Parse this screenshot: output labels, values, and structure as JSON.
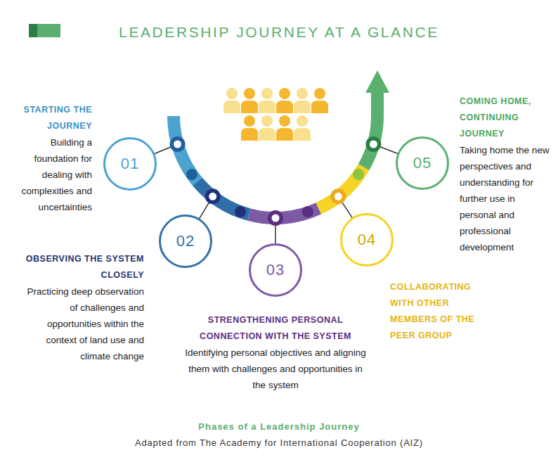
{
  "diagram": {
    "title": "LEADERSHIP JOURNEY AT A GLANCE",
    "caption": "Phases of a Leadership Journey",
    "nodes": [
      {
        "text": [
          "01",
          "STARTING THE JOURNEY",
          "Building a foundation for dealing with complexities and uncertainties"
        ]
      },
      {
        "text": [
          "02",
          "OBSERVING THE SYSTEM CLOSELY",
          "Practicing deep observation of challenges and opportunities within the context of land use and climate change"
        ]
      },
      {
        "text": [
          "03",
          "STRENGTHENING PERSONAL CONNECTION WITH THE SYSTEM",
          "Identifying personal objectives and aligning them with challenges and opportunities in the system"
        ]
      },
      {
        "text": [
          "04",
          "COLLABORATING WITH OTHER MEMBERS OF THE PEER GROUP"
        ]
      },
      {
        "text": [
          "05",
          "COMING HOME, CONTINUING JOURNEY",
          "Taking home the new perspectives and understanding for further use in personal and professional development"
        ]
      }
    ],
    "labels": [
      "Adapted from The Academy for International Cooperation (AIZ)"
    ]
  }
}
